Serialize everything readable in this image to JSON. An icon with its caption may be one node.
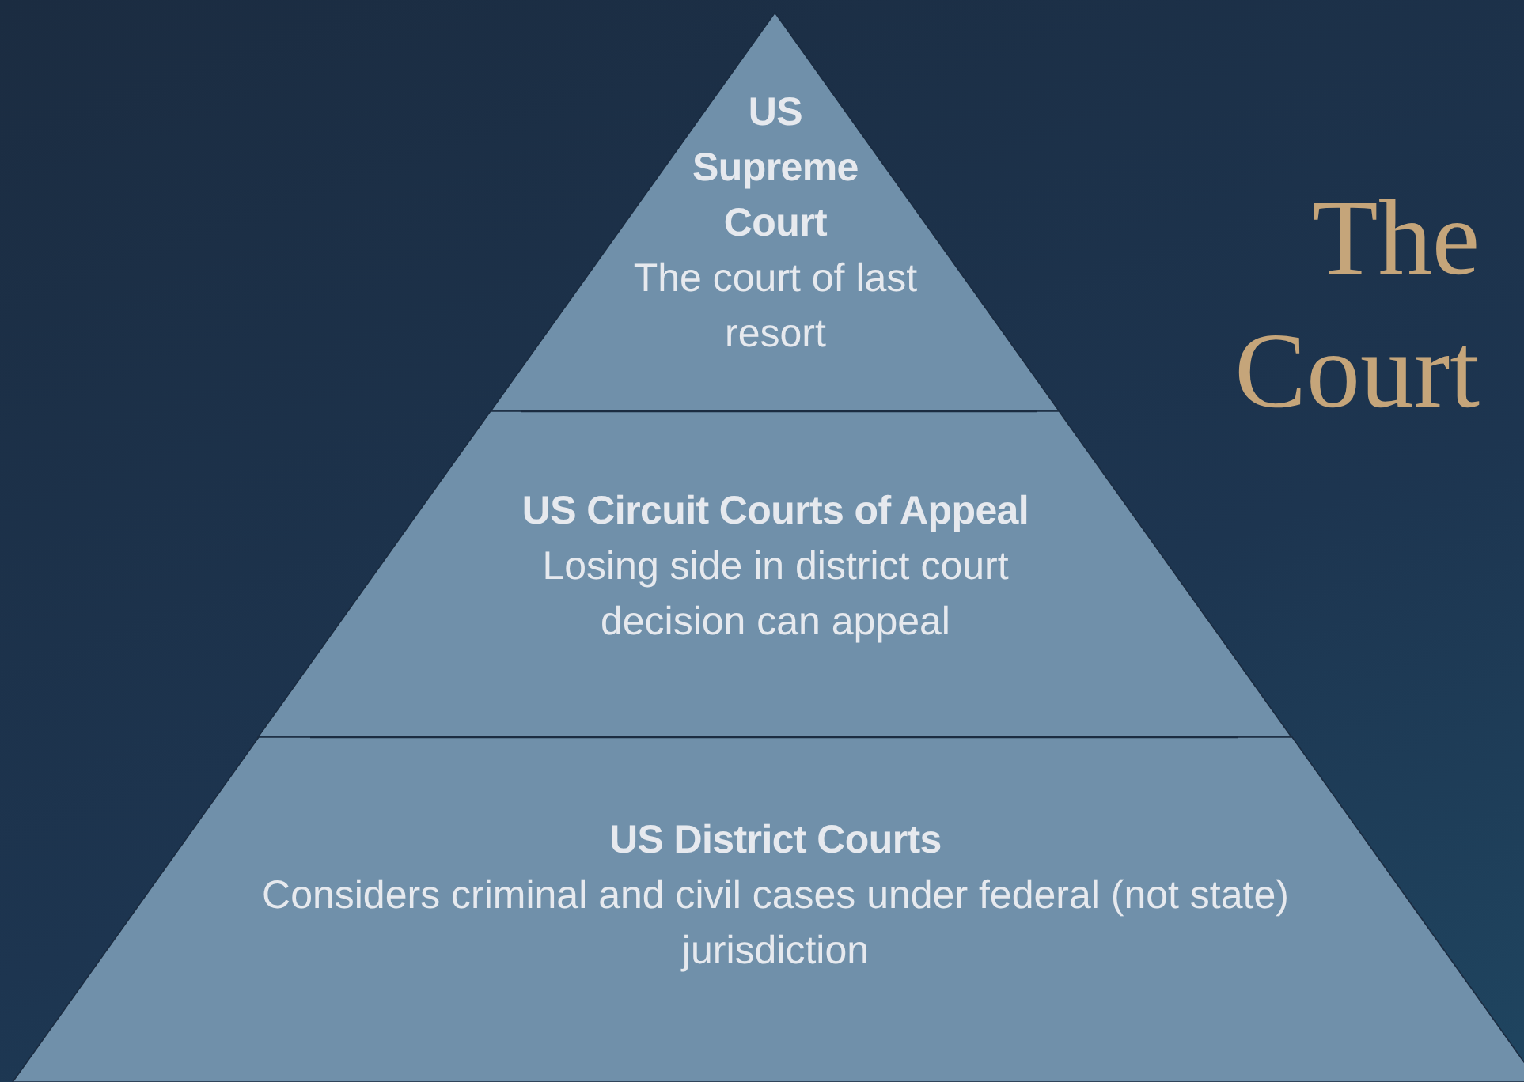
{
  "diagram": {
    "title": "The Court",
    "nodes": [
      {
        "text": [
          "US Supreme Court",
          "The court of last resort"
        ]
      },
      {
        "text": [
          "US Circuit Courts of Appeal",
          "Losing side in district court decision can appeal"
        ]
      },
      {
        "text": [
          "US District Courts",
          "Considers criminal and civil cases under federal (not state) jurisdiction"
        ]
      }
    ]
  }
}
